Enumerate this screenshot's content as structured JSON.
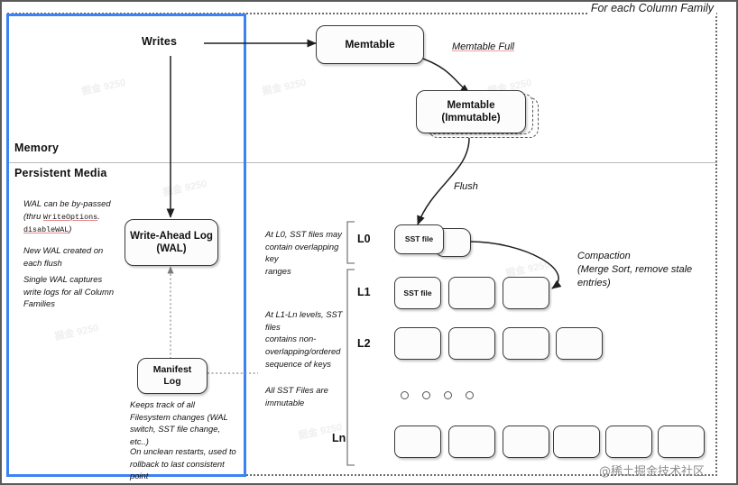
{
  "meta": {
    "column_family_label": "For each Column Family",
    "watermark": "@稀土掘金技术社区",
    "accent_color": "#3b82f6",
    "node_border_color": "#3a3a3a"
  },
  "zones": {
    "memory": "Memory",
    "persistent": "Persistent Media"
  },
  "nodes": {
    "writes": "Writes",
    "memtable": "Memtable",
    "memtable_immutable": "Memtable\n(Immutable)",
    "memtable_immutable_line1": "Memtable",
    "memtable_immutable_line2": "(Immutable)",
    "wal_line1": "Write-Ahead Log",
    "wal_line2": "(WAL)",
    "manifest_line1": "Manifest",
    "manifest_line2": "Log",
    "sst_file": "SST file"
  },
  "edge_labels": {
    "memtable_full": "Memtable Full",
    "flush": "Flush",
    "compaction_line1": "Compaction",
    "compaction_line2": "(Merge Sort, remove stale",
    "compaction_line3": "entries)"
  },
  "annotations": {
    "wal_bypass": {
      "line1": "WAL can be by-passed",
      "line2_prefix": "(thru ",
      "line2_code": "WriteOptions",
      "line2_suffix": ".",
      "line3_code": "disableWAL",
      "line3_suffix": ")"
    },
    "new_wal": {
      "line1": "New WAL created on",
      "line2": "each flush"
    },
    "single_wal": {
      "line1": "Single WAL captures",
      "line2": "write logs for all Column",
      "line3": "Families"
    },
    "manifest_tracks": {
      "line1": "Keeps track of all",
      "line2": "Filesystem changes (WAL",
      "line3": "switch, SST file change,",
      "line4": "etc..)"
    },
    "manifest_rollback": {
      "line1": "On unclean restarts, used to",
      "line2": "rollback to last consistent",
      "line3": "point"
    },
    "l0_desc": {
      "line1": "At L0, SST files may",
      "line2": "contain overlapping key",
      "line3": "ranges"
    },
    "l1n_desc": {
      "line1": "At L1-Ln levels, SST files",
      "line2": "contains non-",
      "line3": "overlapping/ordered",
      "line4": "sequence of keys"
    },
    "immutable_desc": {
      "line1": "All SST Files are",
      "line2": "immutable"
    }
  },
  "levels": [
    {
      "name": "L0",
      "count": 1,
      "labeled_first": true
    },
    {
      "name": "L1",
      "count": 3,
      "labeled_first": true
    },
    {
      "name": "L2",
      "count": 4,
      "labeled_first": false
    },
    {
      "name": "Ln",
      "count": 6,
      "labeled_first": false
    }
  ],
  "ellipsis_dots": 4
}
